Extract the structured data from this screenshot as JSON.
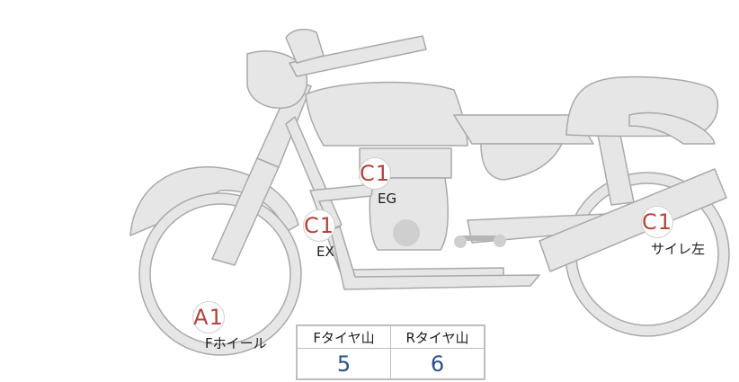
{
  "colors": {
    "grade": "#b3443c",
    "tread_value": "#2a4f8f",
    "body_fill": "#e6e6e6",
    "body_stroke": "#a9a9a9"
  },
  "markers": [
    {
      "grade": "C1",
      "label": "EG"
    },
    {
      "grade": "C1",
      "label": "EX"
    },
    {
      "grade": "C1",
      "label": "サイレ左"
    },
    {
      "grade": "A1",
      "label": "Fホイール"
    }
  ],
  "tread_table": {
    "headers": [
      "Fタイヤ山",
      "Rタイヤ山"
    ],
    "values": [
      "5",
      "6"
    ]
  }
}
